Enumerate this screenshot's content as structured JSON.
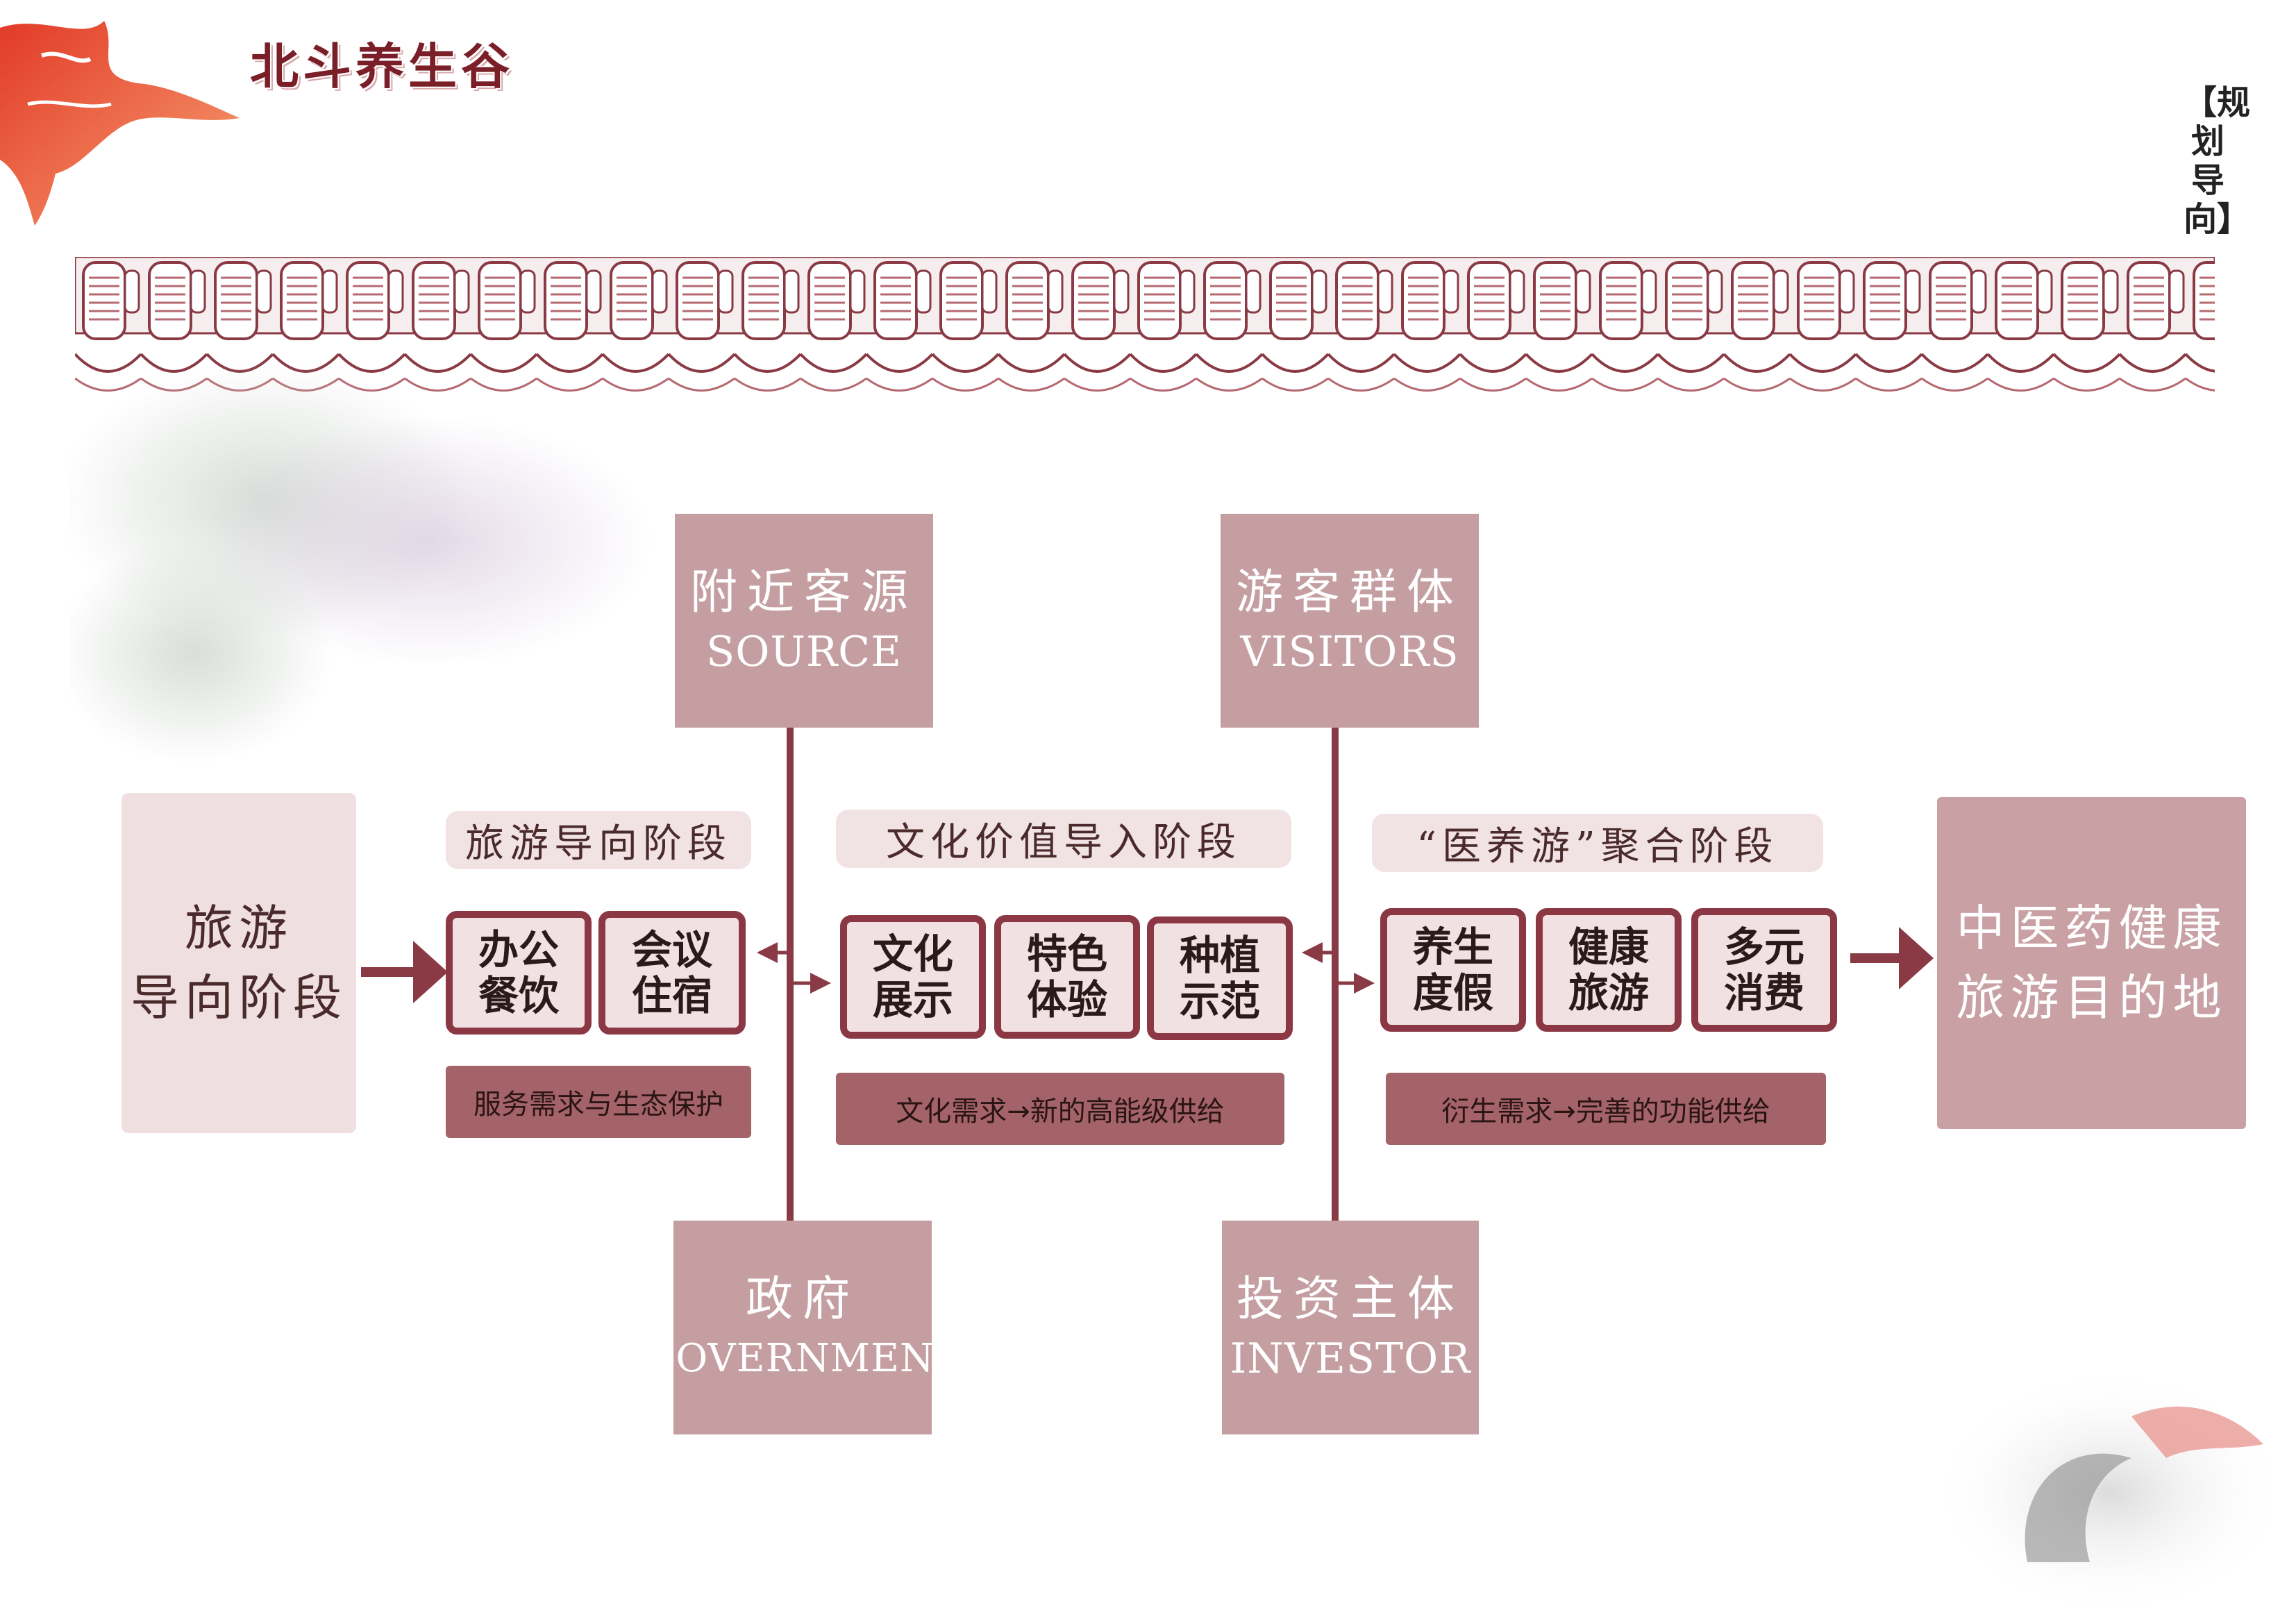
{
  "brand": {
    "name": "北斗养生谷"
  },
  "side_tag": "【规划导向】",
  "colors": {
    "accent": "#8a3a44",
    "box_mauve": "#c49ea1",
    "pink_light": "#f1e2e3",
    "bar": "#a46368"
  },
  "left_box": {
    "line1": "旅游",
    "line2": "导向阶段"
  },
  "right_box": {
    "line1": "中医药健康",
    "line2": "旅游目的地"
  },
  "stakeholders": {
    "source": {
      "cn": "附近客源",
      "en": "SOURCE"
    },
    "visitors": {
      "cn": "游客群体",
      "en": "VISITORS"
    },
    "government": {
      "cn": "政府",
      "en": "GOVERNMENT"
    },
    "investor": {
      "cn": "投资主体",
      "en": "INVESTOR"
    }
  },
  "stages": [
    {
      "label": "旅游导向阶段",
      "items": [
        {
          "l1": "办公",
          "l2": "餐饮"
        },
        {
          "l1": "会议",
          "l2": "住宿"
        }
      ],
      "bar": "服务需求与生态保护"
    },
    {
      "label": "文化价值导入阶段",
      "items": [
        {
          "l1": "文化",
          "l2": "展示"
        },
        {
          "l1": "特色",
          "l2": "体验"
        },
        {
          "l1": "种植",
          "l2": "示范"
        }
      ],
      "bar": "文化需求→新的高能级供给"
    },
    {
      "label": "“医养游”聚合阶段",
      "items": [
        {
          "l1": "养生",
          "l2": "度假"
        },
        {
          "l1": "健康",
          "l2": "旅游"
        },
        {
          "l1": "多元",
          "l2": "消费"
        }
      ],
      "bar": "衍生需求→完善的功能供给"
    }
  ]
}
